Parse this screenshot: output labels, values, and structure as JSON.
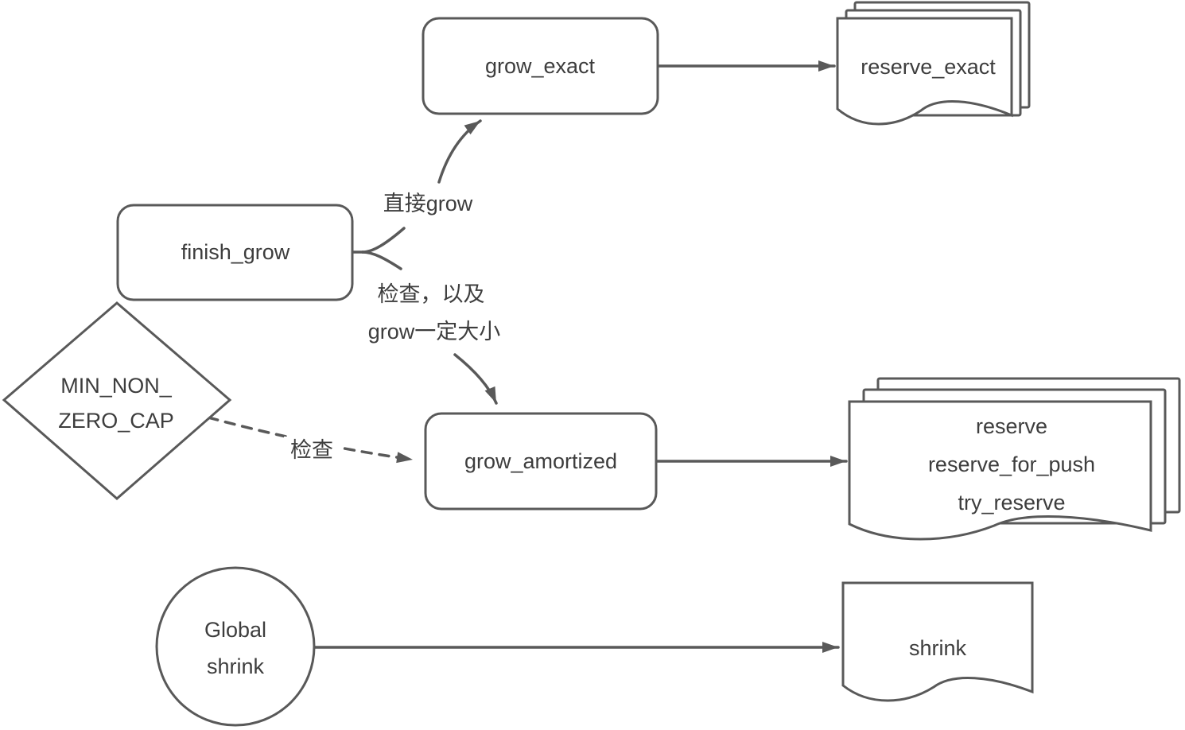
{
  "theme": {
    "background": "#ffffff",
    "stroke_color": "#595959",
    "text_color": "#3d3d3d"
  },
  "nodes": {
    "grow_exact": {
      "label": "grow_exact"
    },
    "reserve_exact": {
      "label": "reserve_exact"
    },
    "finish_grow": {
      "label": "finish_grow"
    },
    "min_non_zero_cap": {
      "line1": "MIN_NON_",
      "line2": "ZERO_CAP"
    },
    "grow_amortized": {
      "label": "grow_amortized"
    },
    "reserve_group": {
      "line1": "reserve",
      "line2": "reserve_for_push",
      "line3": "try_reserve"
    },
    "global_shrink": {
      "line1": "Global",
      "line2": "shrink"
    },
    "shrink": {
      "label": "shrink"
    }
  },
  "edge_labels": {
    "direct_grow": "直接grow",
    "check_and": "检查，以及",
    "grow_fixed_size": "grow一定大小",
    "check": "检查"
  }
}
